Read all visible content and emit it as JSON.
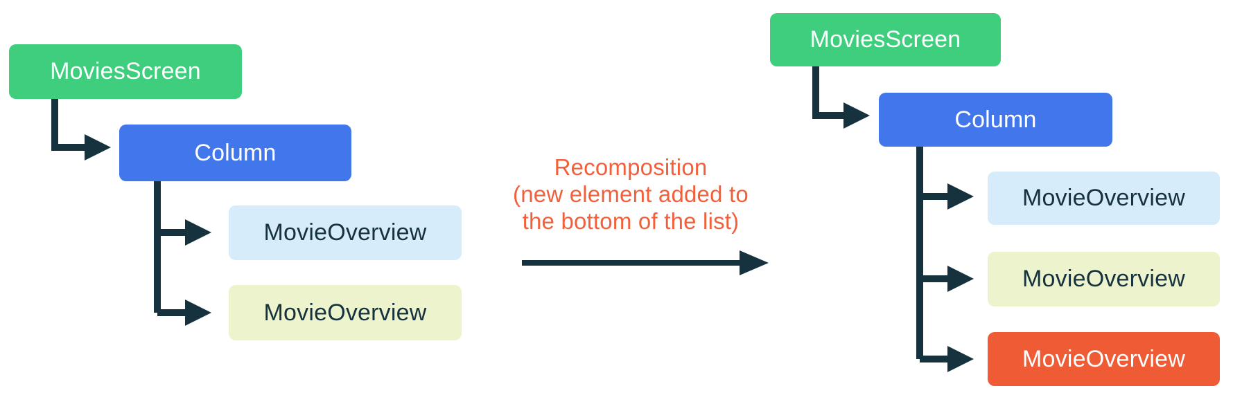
{
  "diagram_title": "Recomposition tree diagram",
  "left_tree": {
    "nodes": [
      {
        "label": "MoviesScreen",
        "color": "#3ECE7E"
      },
      {
        "label": "Column",
        "color": "#4276EB"
      },
      {
        "label": "MovieOverview",
        "color": "#D7ECFA"
      },
      {
        "label": "MovieOverview",
        "color": "#EDF3CC"
      }
    ]
  },
  "annotation": {
    "lines": [
      "Recomposition",
      "(new element added to",
      "the bottom of the list)"
    ],
    "text_color": "#F2603B"
  },
  "right_tree": {
    "nodes": [
      {
        "label": "MoviesScreen",
        "color": "#3ECE7E"
      },
      {
        "label": "Column",
        "color": "#4276EB"
      },
      {
        "label": "MovieOverview",
        "color": "#D7ECFA"
      },
      {
        "label": "MovieOverview",
        "color": "#EDF3CC"
      },
      {
        "label": "MovieOverview",
        "color": "#EE5B35",
        "state": "new"
      }
    ]
  },
  "colors": {
    "background": "#FFFFFF",
    "connector": "#16323E",
    "green": "#3ECE7E",
    "blue": "#4276EB",
    "light_blue": "#D7ECFA",
    "light_yellow": "#EDF3CC",
    "orange": "#EE5B35",
    "annotation_orange": "#F2603B",
    "text_light": "#FFFFFF",
    "text_dark": "#16323E"
  }
}
